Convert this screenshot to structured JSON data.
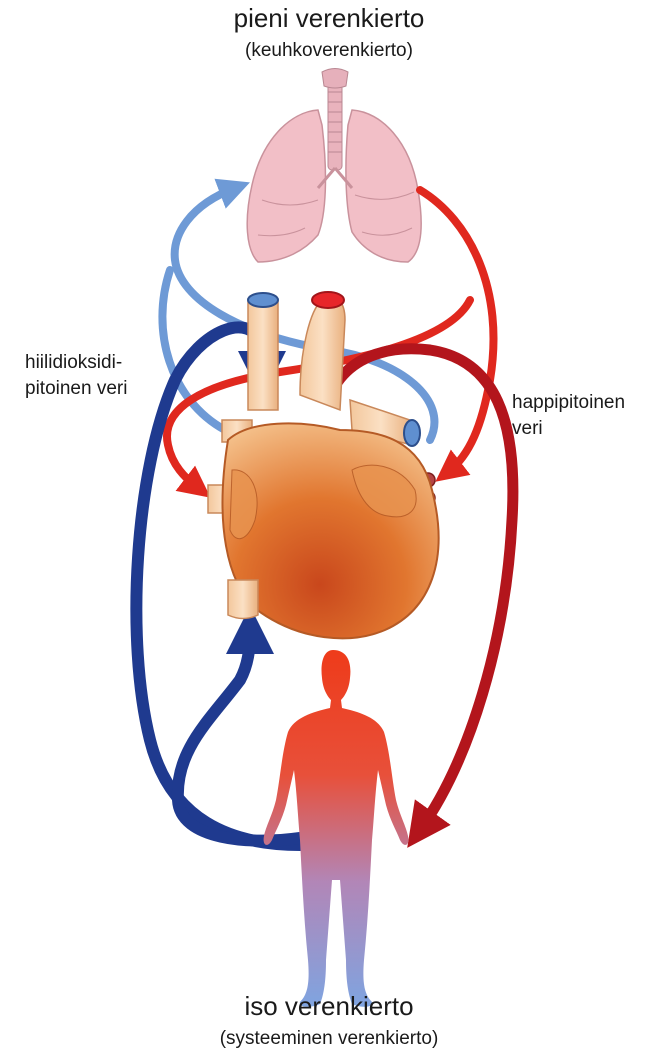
{
  "pulmonary": {
    "title": "pieni verenkierto",
    "subtitle": "(keuhkoverenkierto)"
  },
  "systemic": {
    "title": "iso verenkierto",
    "subtitle": "(systeeminen verenkierto)"
  },
  "deoxygenated": {
    "line1": "hiilidioksidi-",
    "line2": "pitoinen veri",
    "color": "#1f3a8f"
  },
  "oxygenated": {
    "line1": "happipitoinen",
    "line2": "veri",
    "color": "#d8261f"
  },
  "pulmonary_arrow_color": "#6e9ad6",
  "systemic_arterial_color": "#b3151c",
  "icons": [
    "lungs-icon",
    "heart-icon",
    "human-body-icon"
  ]
}
